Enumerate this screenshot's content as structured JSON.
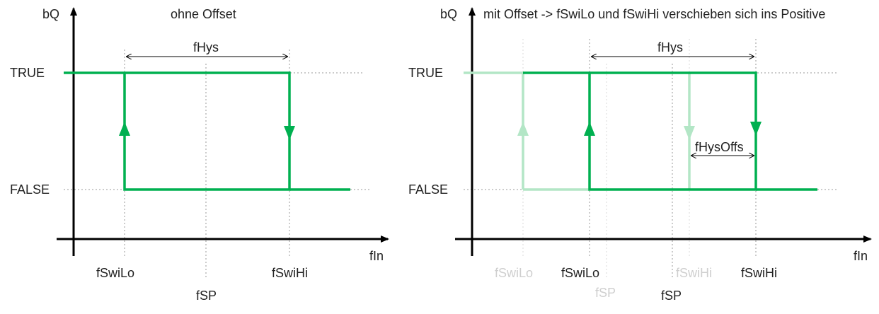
{
  "colors": {
    "signal": "#00b050",
    "signal_faint": "#b3e6c6",
    "axis": "#000000",
    "guide": "#9a9a9a",
    "faint_text": "#cfcfcf"
  },
  "left_diagram": {
    "title": "ohne Offset",
    "y_axis_label": "bQ",
    "x_axis_label": "fIn",
    "level_true": "TRUE",
    "level_false": "FALSE",
    "hysteresis_label": "fHys",
    "x_marks": {
      "switch_low": "fSwiLo",
      "setpoint": "fSP",
      "switch_high": "fSwiHi"
    }
  },
  "right_diagram": {
    "title": "mit Offset -> fSwiLo und fSwiHi verschieben sich ins Positive",
    "y_axis_label": "bQ",
    "x_axis_label": "fIn",
    "level_true": "TRUE",
    "level_false": "FALSE",
    "hysteresis_label": "fHys",
    "offset_label": "fHysOffs",
    "x_marks": {
      "switch_low": "fSwiLo",
      "setpoint": "fSP",
      "switch_high": "fSwiHi"
    },
    "ghost_marks": {
      "switch_low": "fSwiLo",
      "setpoint": "fSP",
      "switch_high": "fSwiHi"
    }
  }
}
